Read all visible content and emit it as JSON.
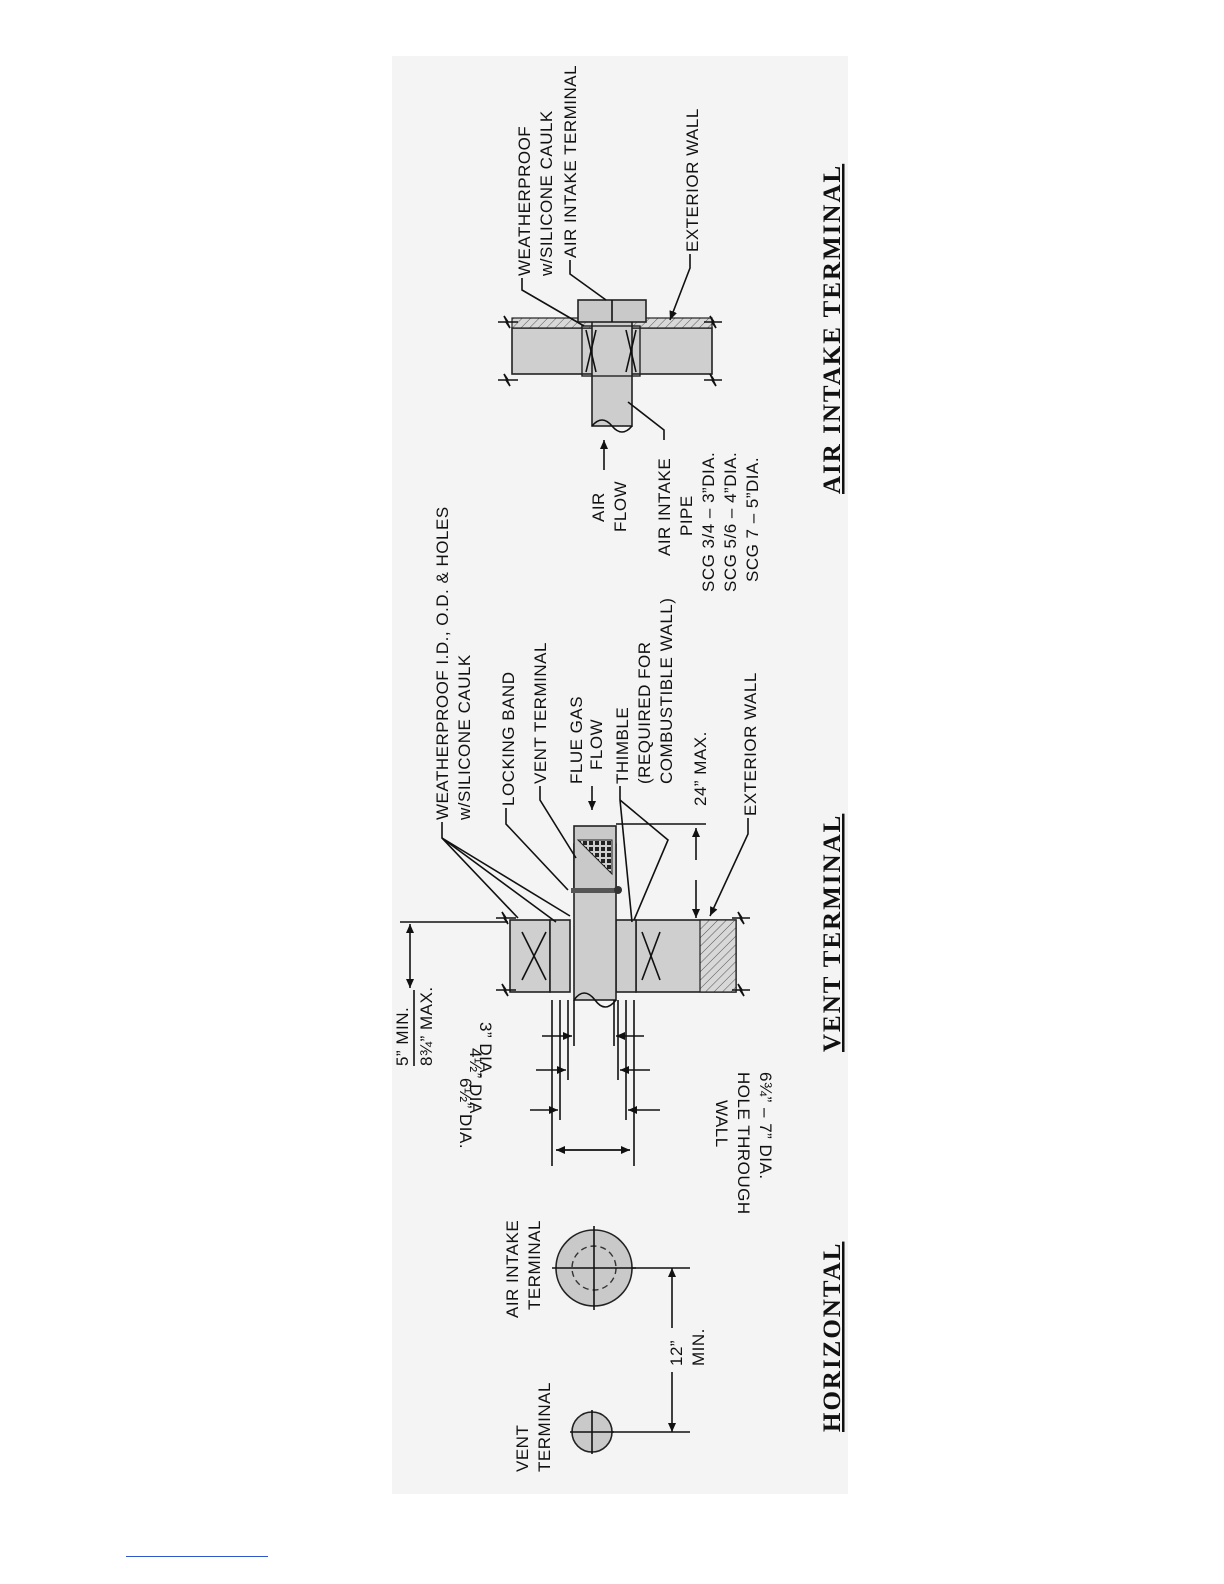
{
  "horizontal": {
    "title": "HORIZONTAL",
    "vent_label": [
      "VENT",
      "TERMINAL"
    ],
    "intake_label": [
      "AIR INTAKE",
      "TERMINAL"
    ],
    "spacing": [
      "12”",
      "MIN."
    ]
  },
  "vent": {
    "title": "VENT TERMINAL",
    "hole_label": [
      "6¾” – 7” DIA.",
      "HOLE THROUGH",
      "WALL"
    ],
    "dia_65": "6½” DIA.",
    "dia_45": "4½” DIA.",
    "dia_3": "3” DIA.",
    "wall_thickness": [
      "5” MIN.",
      "8¾” MAX."
    ],
    "weatherproof": [
      "WEATHERPROOF I.D., O.D. & HOLES",
      "w/SILICONE CAULK"
    ],
    "locking_band": "LOCKING BAND",
    "vent_terminal": "VENT TERMINAL",
    "flue_gas": [
      "FLUE GAS",
      "FLOW"
    ],
    "thimble": [
      "THIMBLE",
      "(REQUIRED FOR",
      "COMBUSTIBLE WALL)"
    ],
    "max_24": "24” MAX.",
    "exterior_wall": "EXTERIOR WALL"
  },
  "intake": {
    "title": "AIR INTAKE TERMINAL",
    "weatherproof": [
      "WEATHERPROOF",
      "w/SILICONE CAULK"
    ],
    "terminal": "AIR INTAKE TERMINAL",
    "exterior_wall": "EXTERIOR WALL",
    "air_flow": [
      "AIR",
      "FLOW"
    ],
    "pipe": [
      "AIR INTAKE",
      "PIPE"
    ],
    "sizes": [
      "SCG 3/4 – 3”DIA.",
      "SCG 5/6 – 4”DIA.",
      "SCG 7 – 5”DIA."
    ]
  }
}
